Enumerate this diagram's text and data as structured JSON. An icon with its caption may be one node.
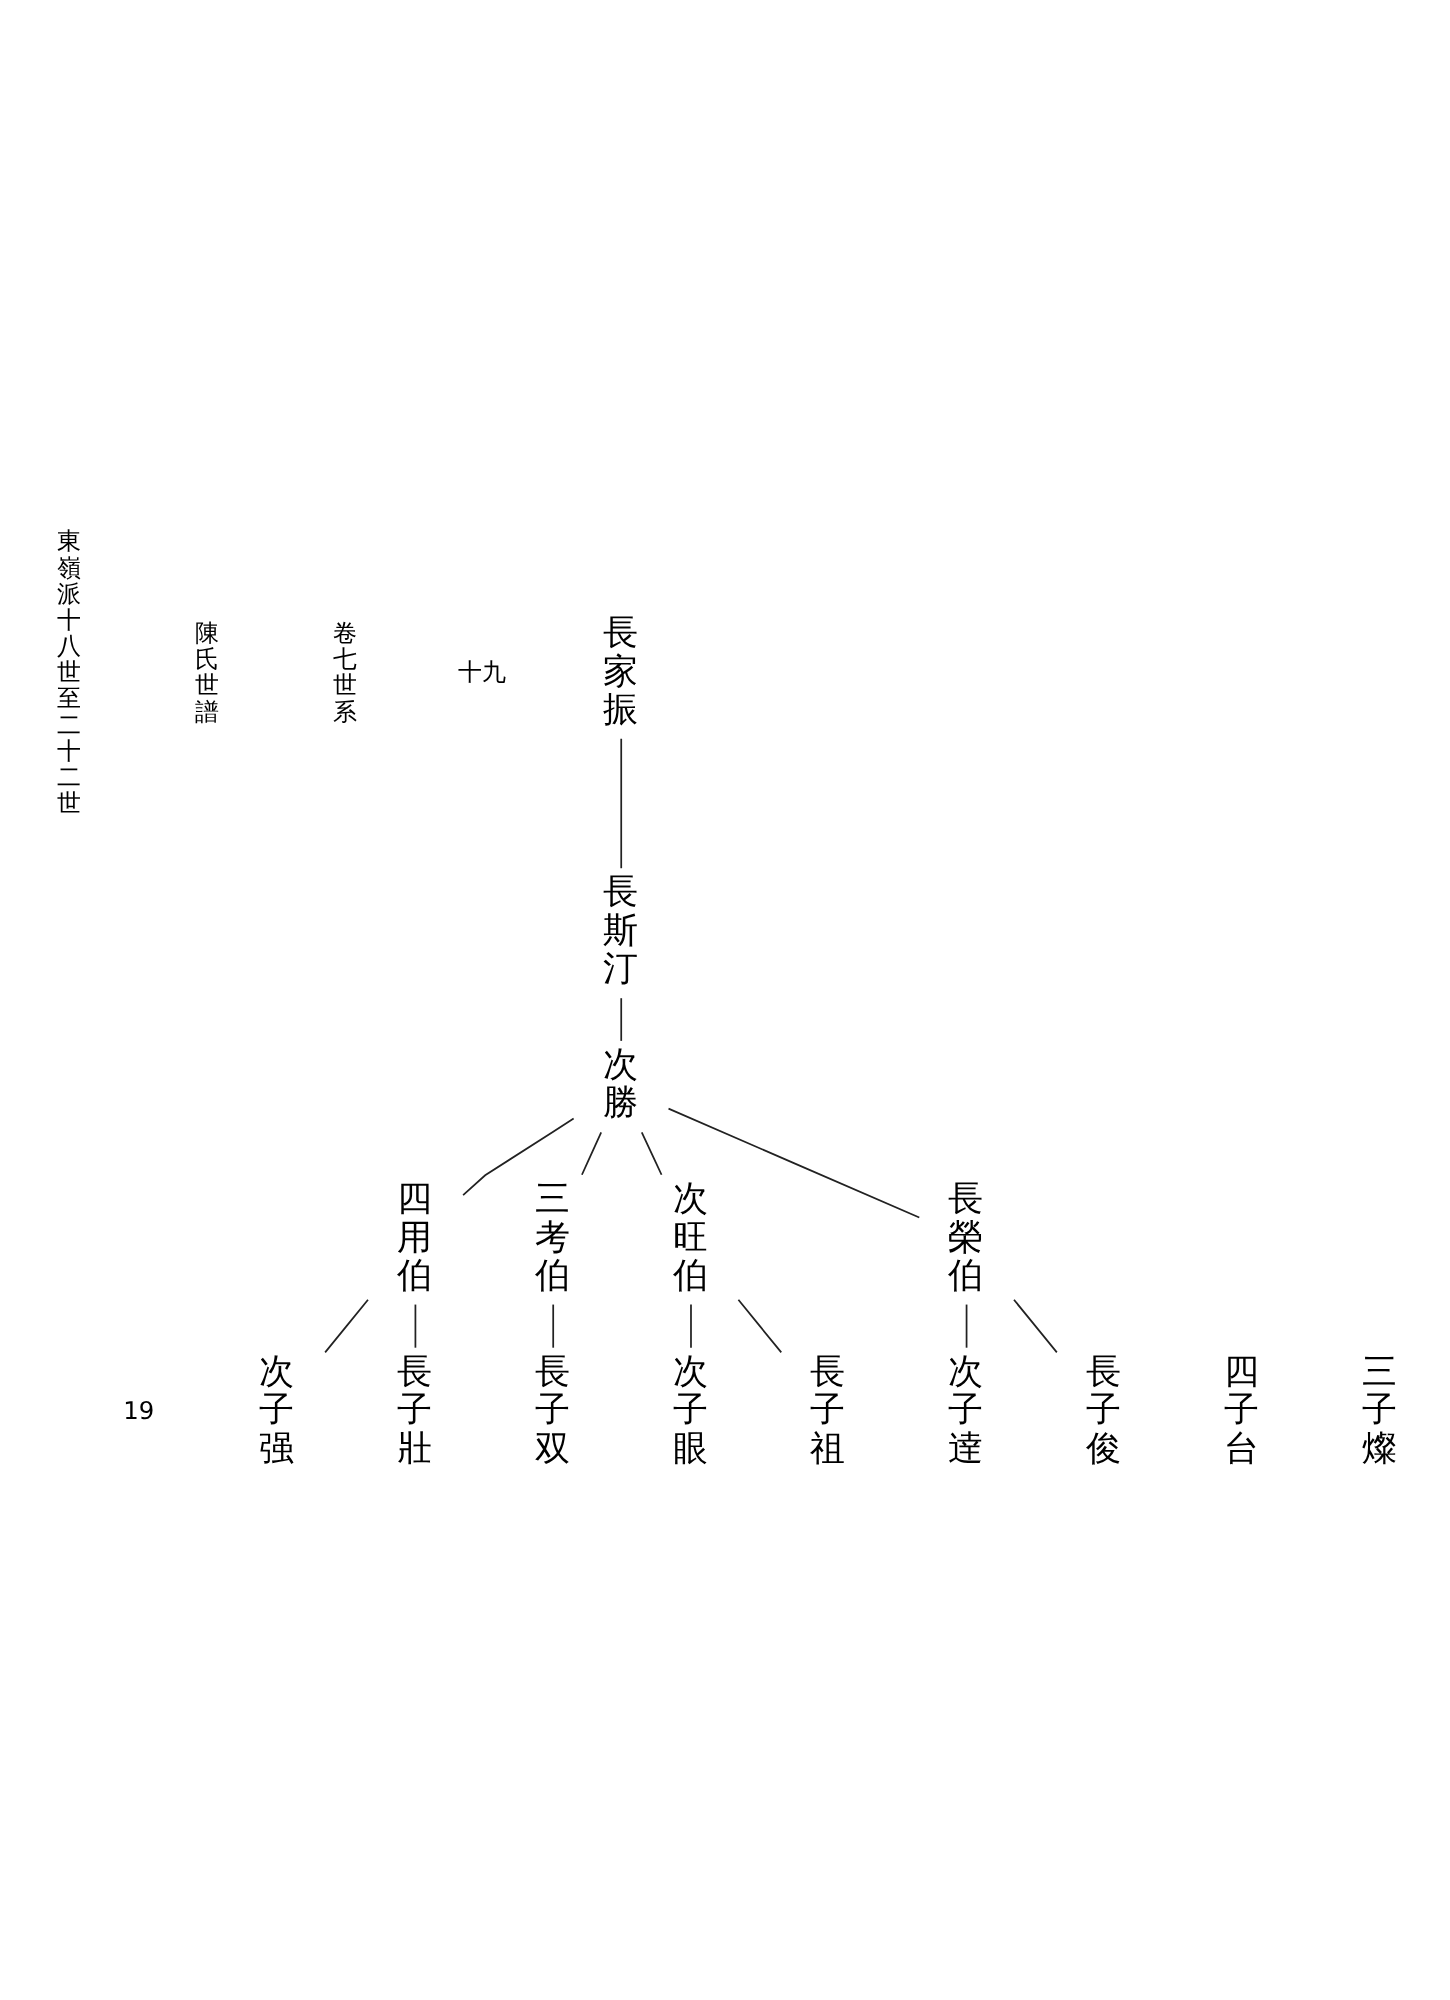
{
  "diagram": {
    "nodes": [
      {
        "text": [
          "長家振"
        ]
      },
      {
        "text": [
          "長斯汀"
        ]
      },
      {
        "text": [
          "次勝"
        ]
      },
      {
        "text": [
          "長榮伯"
        ]
      },
      {
        "text": [
          "次旺伯"
        ]
      },
      {
        "text": [
          "三考伯"
        ]
      },
      {
        "text": [
          "四用伯"
        ]
      },
      {
        "text": [
          "三子燦"
        ]
      },
      {
        "text": [
          "四子台"
        ]
      },
      {
        "text": [
          "長子俊"
        ]
      },
      {
        "text": [
          "次子逹"
        ]
      },
      {
        "text": [
          "長子祖"
        ]
      },
      {
        "text": [
          "次子眼"
        ]
      },
      {
        "text": [
          "長子双"
        ]
      },
      {
        "text": [
          "長子壯"
        ]
      },
      {
        "text": [
          "次子强"
        ]
      }
    ],
    "edges": [
      {
        "from": 0,
        "to": 1,
        "arrow": "none"
      },
      {
        "from": 1,
        "to": 2,
        "arrow": "none"
      },
      {
        "from": 2,
        "to": 3,
        "arrow": "none"
      },
      {
        "from": 2,
        "to": 4,
        "arrow": "none"
      },
      {
        "from": 2,
        "to": 5,
        "arrow": "none"
      },
      {
        "from": 2,
        "to": 6,
        "arrow": "none"
      },
      {
        "from": 3,
        "to": 9,
        "arrow": "none"
      },
      {
        "from": 3,
        "to": 10,
        "arrow": "none"
      },
      {
        "from": 4,
        "to": 11,
        "arrow": "none"
      },
      {
        "from": 4,
        "to": 12,
        "arrow": "none"
      },
      {
        "from": 5,
        "to": 13,
        "arrow": "none"
      },
      {
        "from": 6,
        "to": 14,
        "arrow": "none"
      },
      {
        "from": 6,
        "to": 15,
        "arrow": "none"
      }
    ],
    "labels": [
      "東嶺派十八世至二十二世",
      "陳氏世譜",
      "卷七世系",
      "十九",
      "19"
    ]
  }
}
